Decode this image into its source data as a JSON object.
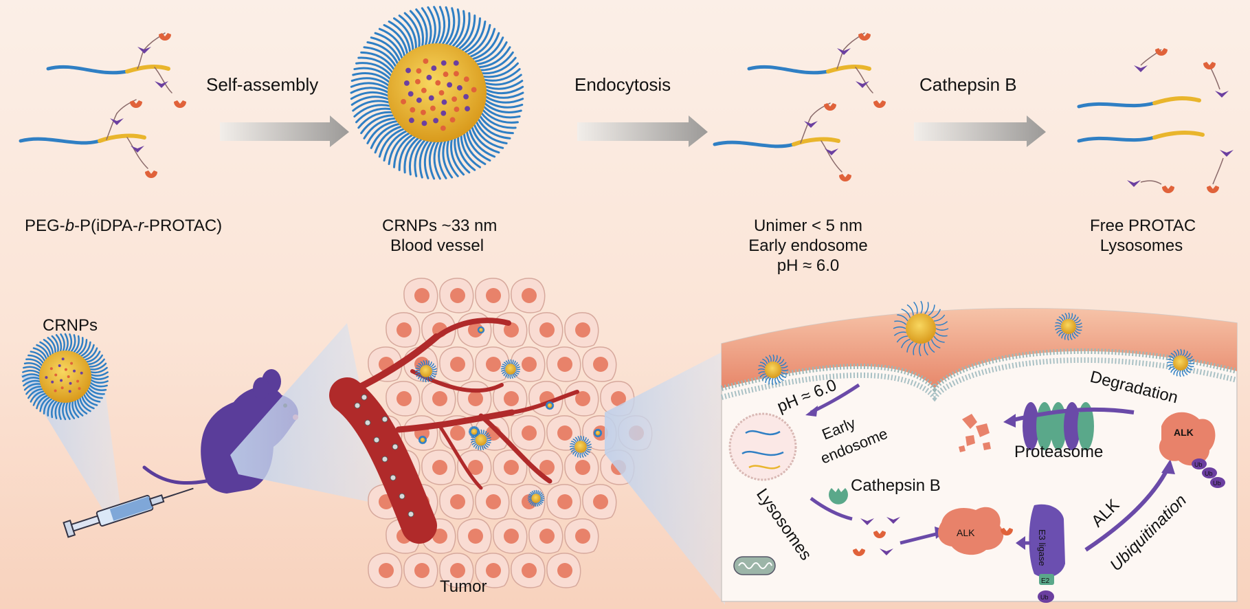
{
  "top": {
    "steps": [
      "Self-assembly",
      "Endocytosis",
      "Cathepsin B"
    ],
    "polymer": {
      "pre": "PEG-",
      "b": "b",
      "mid": "-P(iDPA-",
      "r": "r",
      "post": "-PROTAC)"
    },
    "crnps_caption": [
      "CRNPs ~33 nm",
      "Blood vessel"
    ],
    "unimer_caption": [
      "Unimer < 5 nm",
      "Early endosome",
      "pH ≈ 6.0"
    ],
    "free_caption": [
      "Free PROTAC",
      "Lysosomes"
    ]
  },
  "bottom": {
    "crnps_label": "CRNPs",
    "tumor_label": "Tumor",
    "cell": {
      "ph": "pH ≈ 6.0",
      "early_endosome": [
        "Early",
        "endosome"
      ],
      "degradation": "Degradation",
      "proteasome": "Proteasome",
      "cathepsin_b": "Cathepsin B",
      "lysosomes": "Lysosomes",
      "alk": "ALK",
      "alk_ubiquitination": "ALK",
      "ubiquitination": "Ubiquitination",
      "e3_ligase": "E3 ligase",
      "e2": "E2",
      "ub": "Ub"
    }
  },
  "colors": {
    "peg_blue": "#2f7fc4",
    "core_yellow": "#e9b52c",
    "warhead_purple": "#6b3fa0",
    "ligand_orange": "#e0623a",
    "mouse_purple": "#5a3d9a",
    "vessel_red": "#b02a2a",
    "cell_pink": "#f5c9bd",
    "alk_salmon": "#e8826a"
  }
}
